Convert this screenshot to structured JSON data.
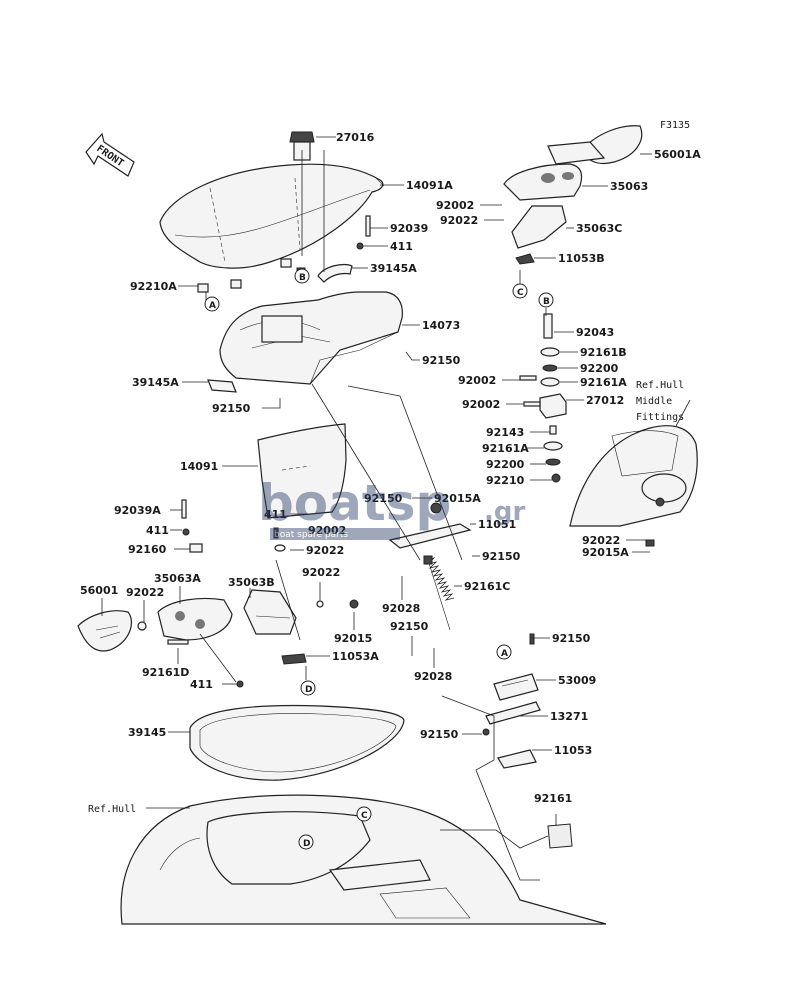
{
  "figure_code": "F3135",
  "front_label": "FRONT",
  "ref_hull_middle_fittings": [
    "Ref.Hull",
    "Middle",
    "Fittings"
  ],
  "ref_hull": "Ref.Hull",
  "watermark": {
    "brand": "boatsp",
    "tld": ".gr",
    "tagline": "boat spare parts"
  },
  "callouts": {
    "A": "A",
    "B": "B",
    "C": "C",
    "D": "D"
  },
  "parts": {
    "p27016": "27016",
    "p14091A": "14091A",
    "p92039": "92039",
    "p411_top": "411",
    "p39145A_top": "39145A",
    "p92210A": "92210A",
    "p14073": "14073",
    "p92150_a": "92150",
    "p39145A_left": "39145A",
    "p92150_b": "92150",
    "p14091": "14091",
    "p92150_c": "92150",
    "p92015A_mid": "92015A",
    "p411_mid": "411",
    "p92002_mid": "92002",
    "p11051": "11051",
    "p92022_mid": "92022",
    "p92150_d": "92150",
    "p92039A": "92039A",
    "p411_left": "411",
    "p92160": "92160",
    "p56001": "56001",
    "p92022_left": "92022",
    "p35063A": "35063A",
    "p35063B": "35063B",
    "p92022_low": "92022",
    "p92015": "92015",
    "p92161D": "92161D",
    "p411_bottom": "411",
    "p11053A": "11053A",
    "p92161C": "92161C",
    "p92028_a": "92028",
    "p92150_e": "92150",
    "p92028_b": "92028",
    "p92150_f": "92150",
    "p53009": "53009",
    "p13271": "13271",
    "p92150_g": "92150",
    "p11053": "11053",
    "p39145": "39145",
    "p92161": "92161",
    "p56001A": "56001A",
    "p35063": "35063",
    "p92002_r1": "92002",
    "p92022_r1": "92022",
    "p35063C": "35063C",
    "p11053B": "11053B",
    "p92043": "92043",
    "p92161B": "92161B",
    "p92200_a": "92200",
    "p92002_r2": "92002",
    "p92161A_a": "92161A",
    "p92002_r3": "92002",
    "p27012": "27012",
    "p92143": "92143",
    "p92161A_b": "92161A",
    "p92200_b": "92200",
    "p92210": "92210",
    "p92022_r2": "92022",
    "p92015A_r": "92015A"
  }
}
